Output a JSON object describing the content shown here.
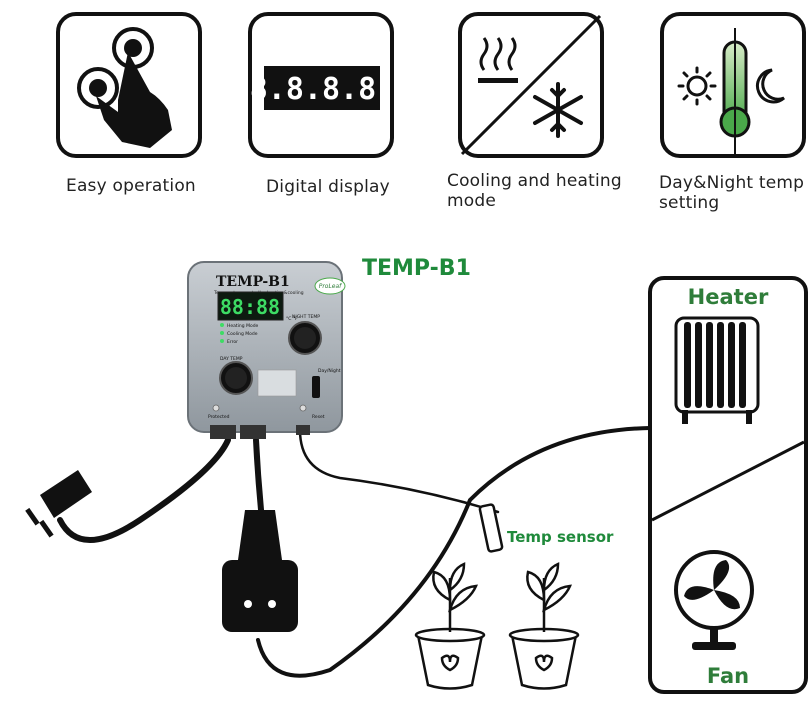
{
  "features": [
    {
      "id": "easy",
      "label": "Easy operation",
      "icon": "touch-hand-icon"
    },
    {
      "id": "display",
      "label": "Digital display",
      "icon": "digital-display-icon",
      "digits": "8.8.8.8."
    },
    {
      "id": "mode",
      "label": "Cooling and heating mode",
      "icon": "heat-cool-icon"
    },
    {
      "id": "daynight",
      "label": "Day&Night temp setting",
      "icon": "sun-moon-thermometer-icon"
    }
  ],
  "device": {
    "model_title": "TEMP-B1",
    "brand": "ProLeaf",
    "subtitle": "Temperature controller heating&cooling",
    "display_digits": "88:88",
    "display_unit": "°C °F",
    "indicators": [
      "Heating Mode",
      "Cooling Mode",
      "Error"
    ],
    "switch_label": "Day/Night",
    "left_knob_label": "DAY TEMP",
    "right_knob_label": "NIGHT TEMP",
    "bottom_left": "Protected",
    "bottom_right": "Reset"
  },
  "labels": {
    "product": "TEMP-B1",
    "sensor": "Temp sensor",
    "heater": "Heater",
    "fan": "Fan"
  },
  "colors": {
    "green_text": "#1f8a3b",
    "display_green": "#3ddc64",
    "outline": "#111111"
  }
}
